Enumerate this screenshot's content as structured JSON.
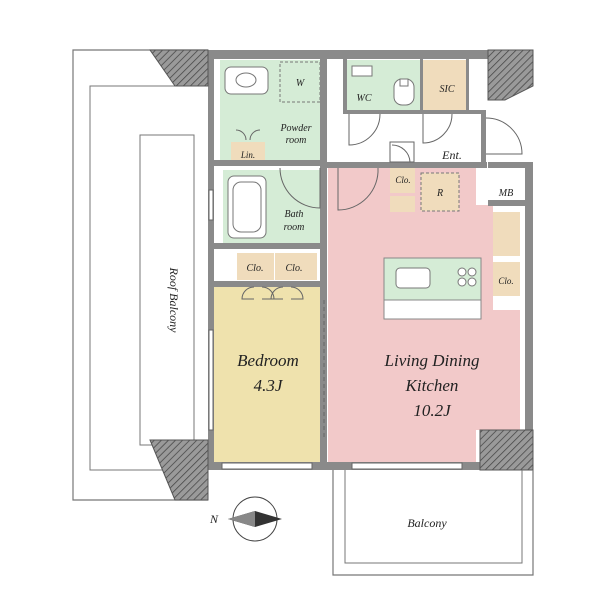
{
  "floor_plan": {
    "rooms": {
      "roof_balcony": "Roof Balcony",
      "powder_room_line1": "Powder",
      "powder_room_line2": "room",
      "washer": "W",
      "wc": "WC",
      "sic": "SIC",
      "linen": "Lin.",
      "entrance": "Ent.",
      "bath_line1": "Bath",
      "bath_line2": "room",
      "closet_hall": "Clo.",
      "refrigerator": "R",
      "meter_box": "MB",
      "closet_left": "Clo.",
      "closet_right": "Clo.",
      "closet_kitchen": "Clo.",
      "bedroom_name": "Bedroom",
      "bedroom_size": "4.3J",
      "ldk_name_line1": "Living Dining",
      "ldk_name_line2": "Kitchen",
      "ldk_size": "10.2J",
      "balcony": "Balcony",
      "north": "N"
    },
    "colors": {
      "wet_area": "#d5ecd6",
      "bedroom": "#efe2ad",
      "ldk": "#f2c9c9",
      "storage": "#f0dcbc",
      "wall": "#888888",
      "wall_hatch": "#555555"
    }
  }
}
